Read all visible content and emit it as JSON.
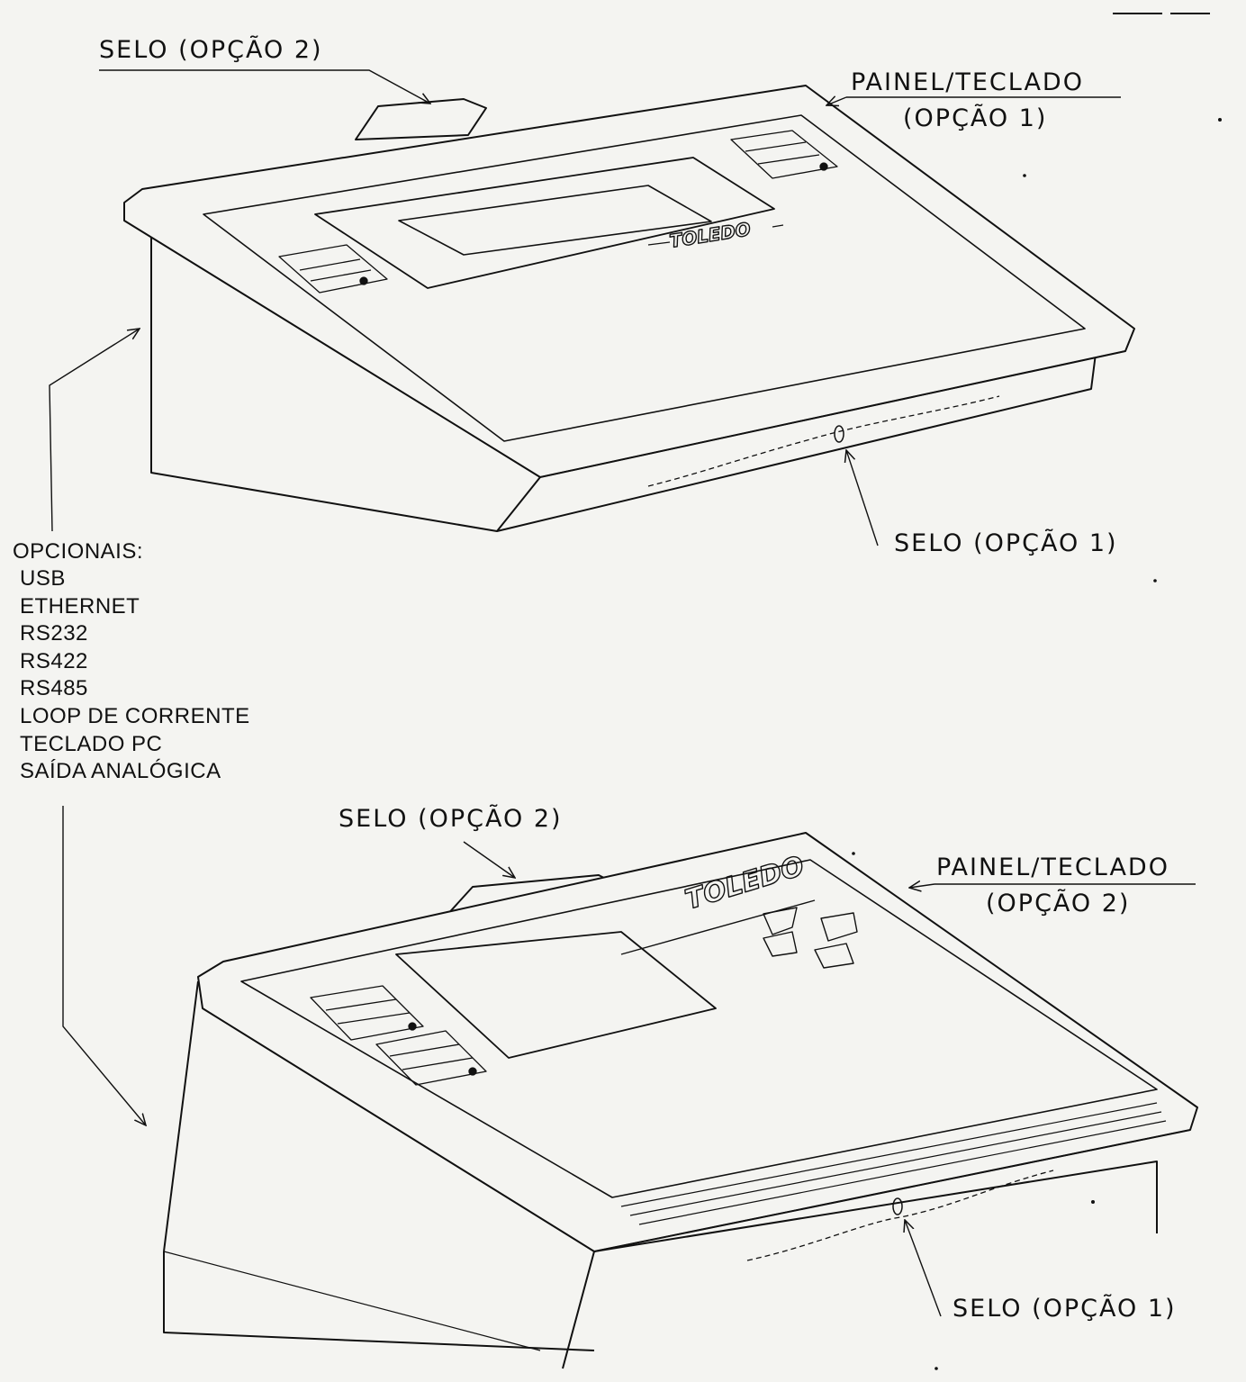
{
  "top_unit": {
    "seal_option2_label": "SELO (OPÇÃO 2)",
    "panel_label_line1": "PAINEL/TECLADO",
    "panel_label_line2": "(OPÇÃO 1)",
    "seal_option1_label": "SELO (OPÇÃO 1)",
    "brand": "TOLEDO"
  },
  "optionals": {
    "title": "OPCIONAIS:",
    "items": [
      "USB",
      "ETHERNET",
      "RS232",
      "RS422",
      "RS485",
      "LOOP DE CORRENTE",
      "TECLADO PC",
      "SAÍDA ANALÓGICA"
    ]
  },
  "bottom_unit": {
    "seal_option2_label": "SELO (OPÇÃO 2)",
    "panel_label_line1": "PAINEL/TECLADO",
    "panel_label_line2": "(OPÇÃO 2)",
    "seal_option1_label": "SELO (OPÇÃO 1)",
    "brand": "TOLEDO"
  }
}
